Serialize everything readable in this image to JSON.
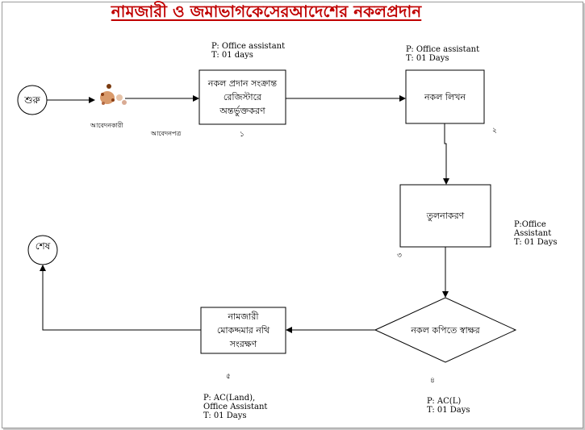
{
  "title": "নামজারী ও জমাভাগকেসেরআদেশের নকলপ্রদান",
  "nodes": {
    "start": "শুরু",
    "end": "শেষ",
    "step1": "নকল প্রদান সংক্রান্ত\nরেজিস্টারে\nঅন্তর্ভুক্তকরণ",
    "step2": "নকল লিখন",
    "step3": "তুলনাকরণ",
    "step4": "নকল কপিতে স্বাক্ষর",
    "step5": "নামজারী\nমোকদ্দমার নথি\nসংরক্ষণ"
  },
  "labels": {
    "applicant": "আবেদনকারী",
    "application": "আবেদনপত্র"
  },
  "numbers": {
    "n1": "১",
    "n2": "২",
    "n3": "৩",
    "n4": "৪",
    "n5": "৫"
  },
  "meta": {
    "step1": "P:  Office assistant\nT: 01 days",
    "step2": "P: Office assistant\nT: 01 Days",
    "step3": "P:Office Assistant\nT:  01 Days",
    "step4": "P: AC(L)\nT:  01 Days",
    "step5": "P:  AC(Land),\n      Office Assistant\nT:  01 Days"
  }
}
